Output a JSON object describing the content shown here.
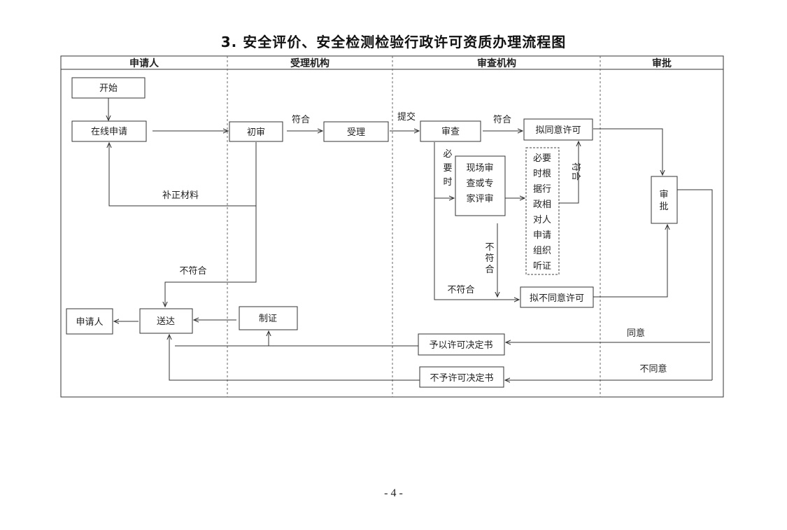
{
  "title": "3. 安全评价、安全检测检验行政许可资质办理流程图",
  "lanes": [
    "申请人",
    "受理机构",
    "审查机构",
    "审批"
  ],
  "nodes": {
    "start": "开始",
    "online_apply": "在线申请",
    "initial_review": "初审",
    "accept": "受理",
    "review": "审查",
    "onsite_review": [
      "现场审",
      "查或专",
      "家评审"
    ],
    "approve_intent": "拟同意许可",
    "hearing": [
      "必要",
      "时根",
      "据行",
      "政相",
      "对人",
      "申请",
      "组织",
      "听证"
    ],
    "approval": [
      "审",
      "批"
    ],
    "reject_intent": "拟不同意许可",
    "applicant": "申请人",
    "deliver": "送达",
    "certify": "制证",
    "grant_decision": "予以许可决定书",
    "deny_decision": "不予许可决定书"
  },
  "labels": {
    "comply1": "符合",
    "submit": "提交",
    "comply2": "符合",
    "comply3": "符合",
    "supplement": "补正材料",
    "noncomply1": "不符合",
    "necessary": [
      "必",
      "要",
      "时"
    ],
    "noncomply2": [
      "不",
      "符",
      "合"
    ],
    "noncomply3": "不符合",
    "agree": "同意",
    "disagree": "不同意"
  },
  "page_number": "- 4 -"
}
